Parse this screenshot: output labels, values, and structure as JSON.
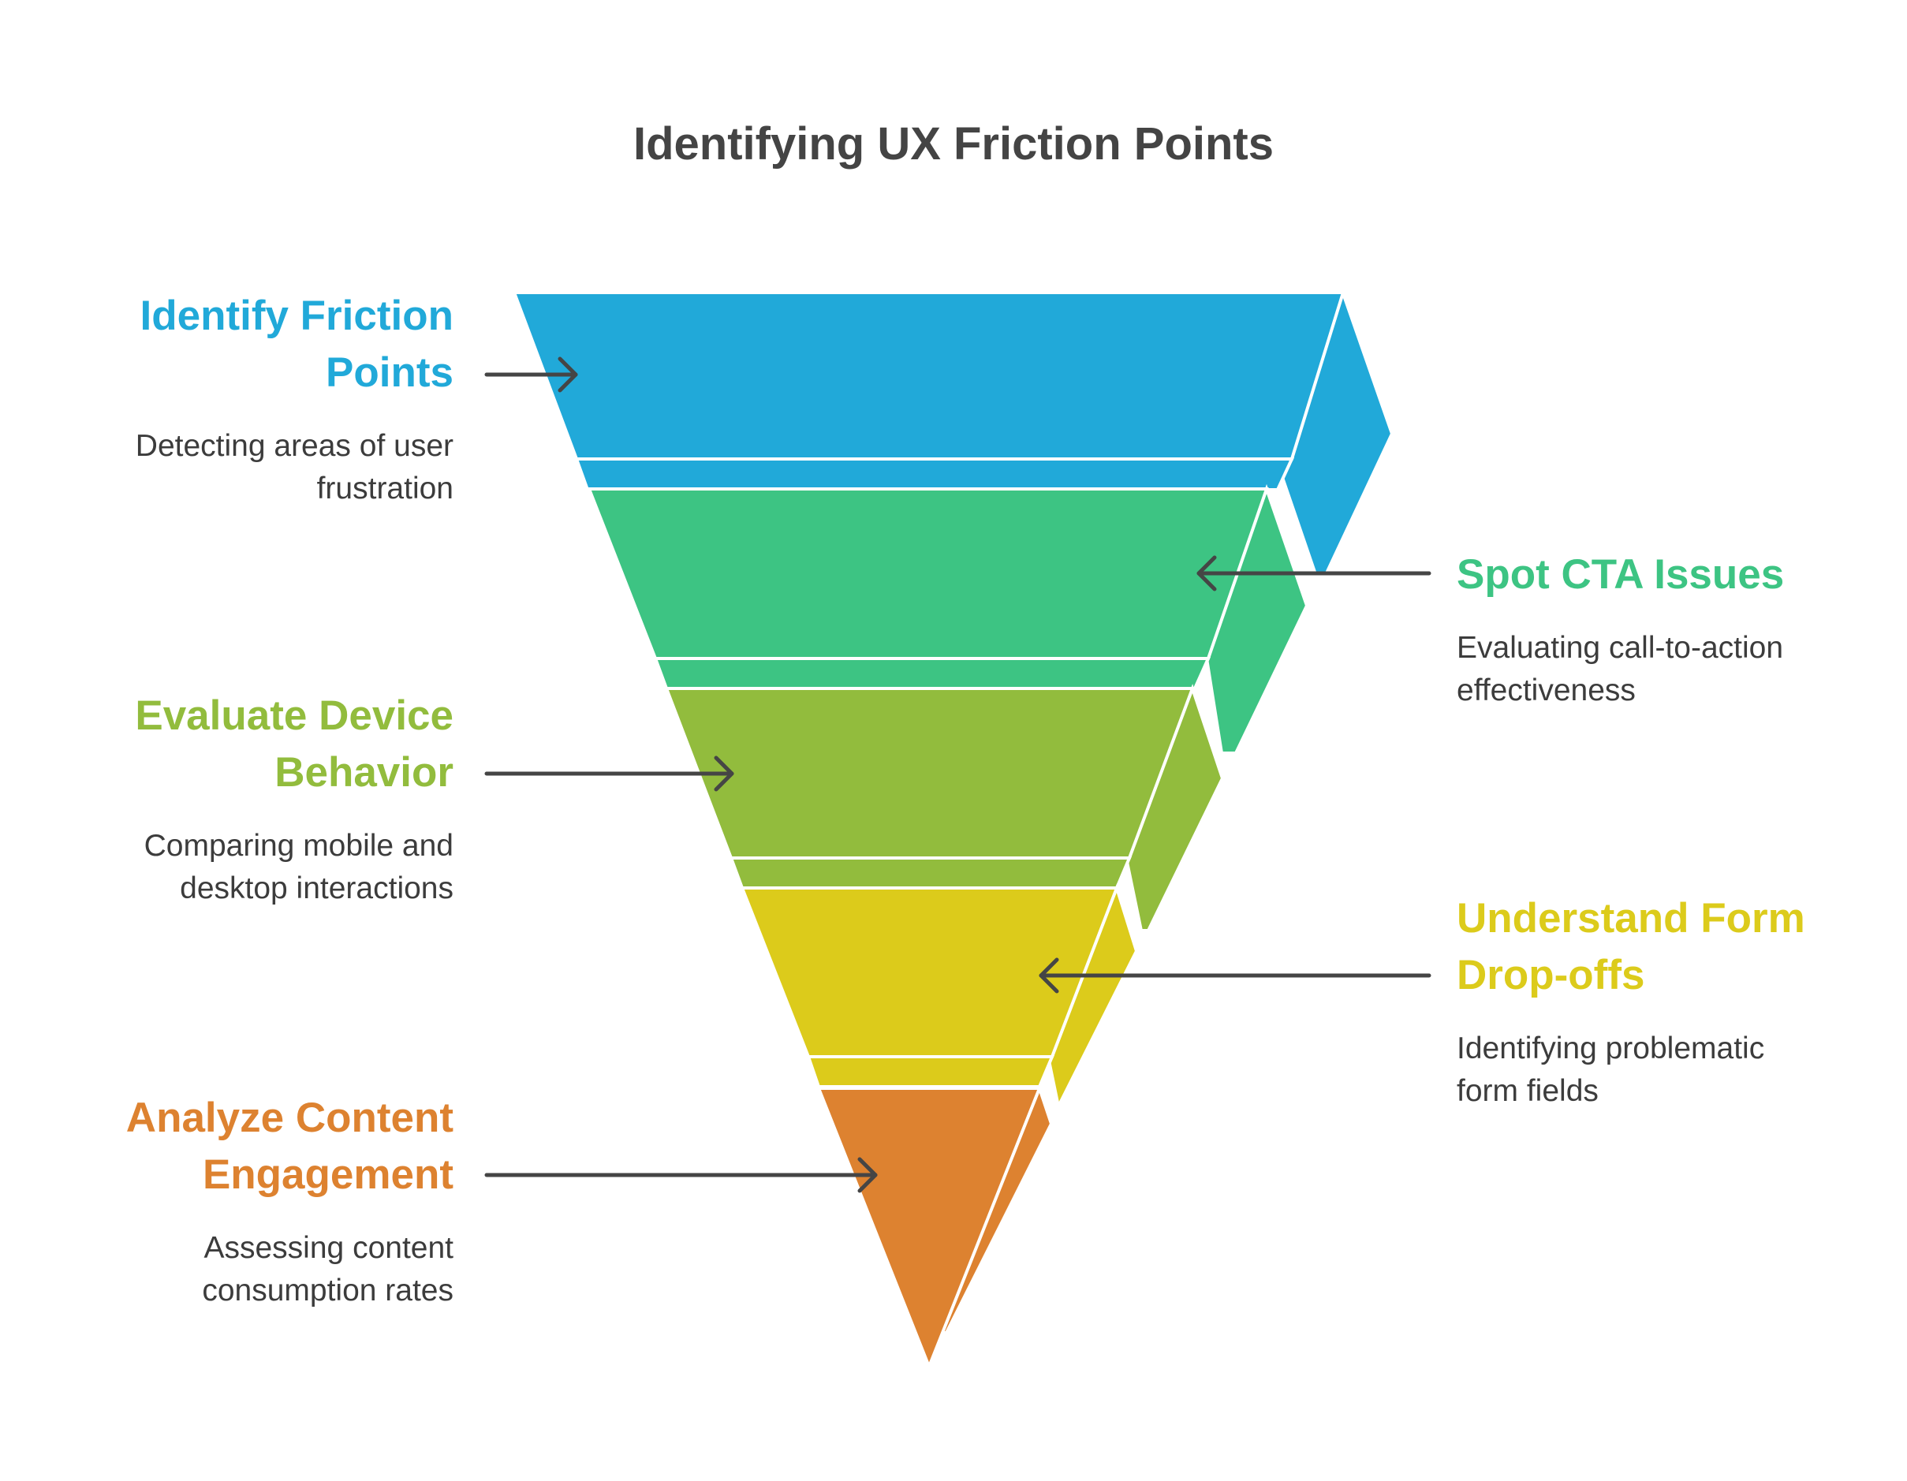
{
  "title": "Identifying UX Friction Points",
  "colors": {
    "blue": "#21a9d9",
    "green": "#3dc483",
    "lime": "#92bc3d",
    "yellow": "#dccb1b",
    "orange": "#dd8230",
    "arrow": "#454545",
    "title": "#444444"
  },
  "stages": [
    {
      "heading": "Identify Friction\nPoints",
      "description": "Detecting areas of user\nfrustration",
      "color": "#21a9d9",
      "side": "left"
    },
    {
      "heading": "Spot CTA Issues",
      "description": "Evaluating call-to-action\neffectiveness",
      "color": "#3dc483",
      "side": "right"
    },
    {
      "heading": "Evaluate Device\nBehavior",
      "description": "Comparing mobile and\ndesktop interactions",
      "color": "#92bc3d",
      "side": "left"
    },
    {
      "heading": "Understand Form\nDrop-offs",
      "description": "Identifying problematic\nform fields",
      "color": "#dccb1b",
      "side": "right"
    },
    {
      "heading": "Analyze Content\nEngagement",
      "description": "Assessing content\nconsumption rates",
      "color": "#dd8230",
      "side": "left"
    }
  ]
}
